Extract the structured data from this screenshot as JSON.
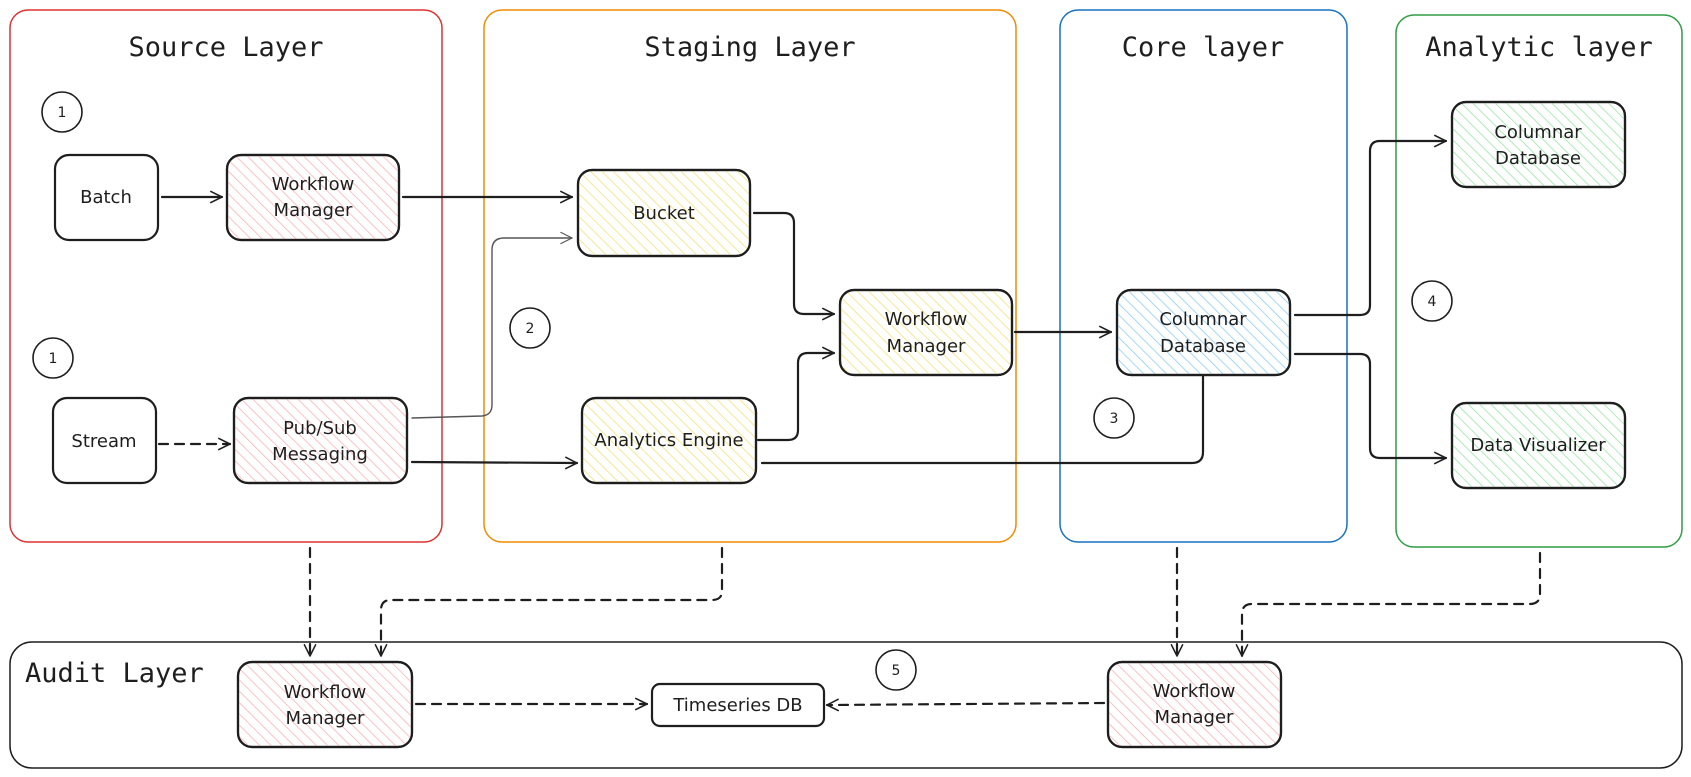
{
  "layers": {
    "source": {
      "title": "Source Layer",
      "color": "#e03131"
    },
    "staging": {
      "title": "Staging Layer",
      "color": "#f08c00"
    },
    "core": {
      "title": "Core layer",
      "color": "#1971c2"
    },
    "analytic": {
      "title": "Analytic layer",
      "color": "#2f9e44"
    },
    "audit": {
      "title": "Audit Layer",
      "color": "#1e1e1e"
    }
  },
  "fills": {
    "pink": "#ffc9c9",
    "yellow": "#ffec99",
    "blue": "#a5d8ff",
    "green": "#b2f2bb"
  },
  "nodes": {
    "batch": {
      "label": "Batch"
    },
    "stream": {
      "label": "Stream"
    },
    "source_workflow": {
      "line1": "Workflow",
      "line2": "Manager"
    },
    "pubsub": {
      "line1": "Pub/Sub",
      "line2": "Messaging"
    },
    "bucket": {
      "label": "Bucket"
    },
    "analytics_engine": {
      "label": "Analytics Engine"
    },
    "staging_workflow": {
      "line1": "Workflow",
      "line2": "Manager"
    },
    "core_db": {
      "line1": "Columnar",
      "line2": "Database"
    },
    "analytic_db": {
      "line1": "Columnar",
      "line2": "Database"
    },
    "data_visualizer": {
      "label": "Data Visualizer"
    },
    "audit_workflow_left": {
      "line1": "Workflow",
      "line2": "Manager"
    },
    "timeseries_db": {
      "label": "Timeseries DB"
    },
    "audit_workflow_right": {
      "line1": "Workflow",
      "line2": "Manager"
    }
  },
  "badges": {
    "batch_step": "1",
    "stream_step": "1",
    "staging_step": "2",
    "core_step": "3",
    "analytic_step": "4",
    "audit_step": "5"
  }
}
